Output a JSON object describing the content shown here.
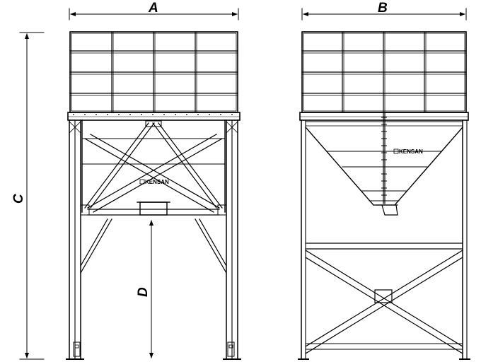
{
  "dimensions": {
    "a": "A",
    "b": "B",
    "c": "C",
    "d": "D"
  },
  "brand": {
    "front": "KENSAN",
    "side": "KENSAN"
  },
  "colors": {
    "line": "#000000",
    "background": "#ffffff"
  }
}
